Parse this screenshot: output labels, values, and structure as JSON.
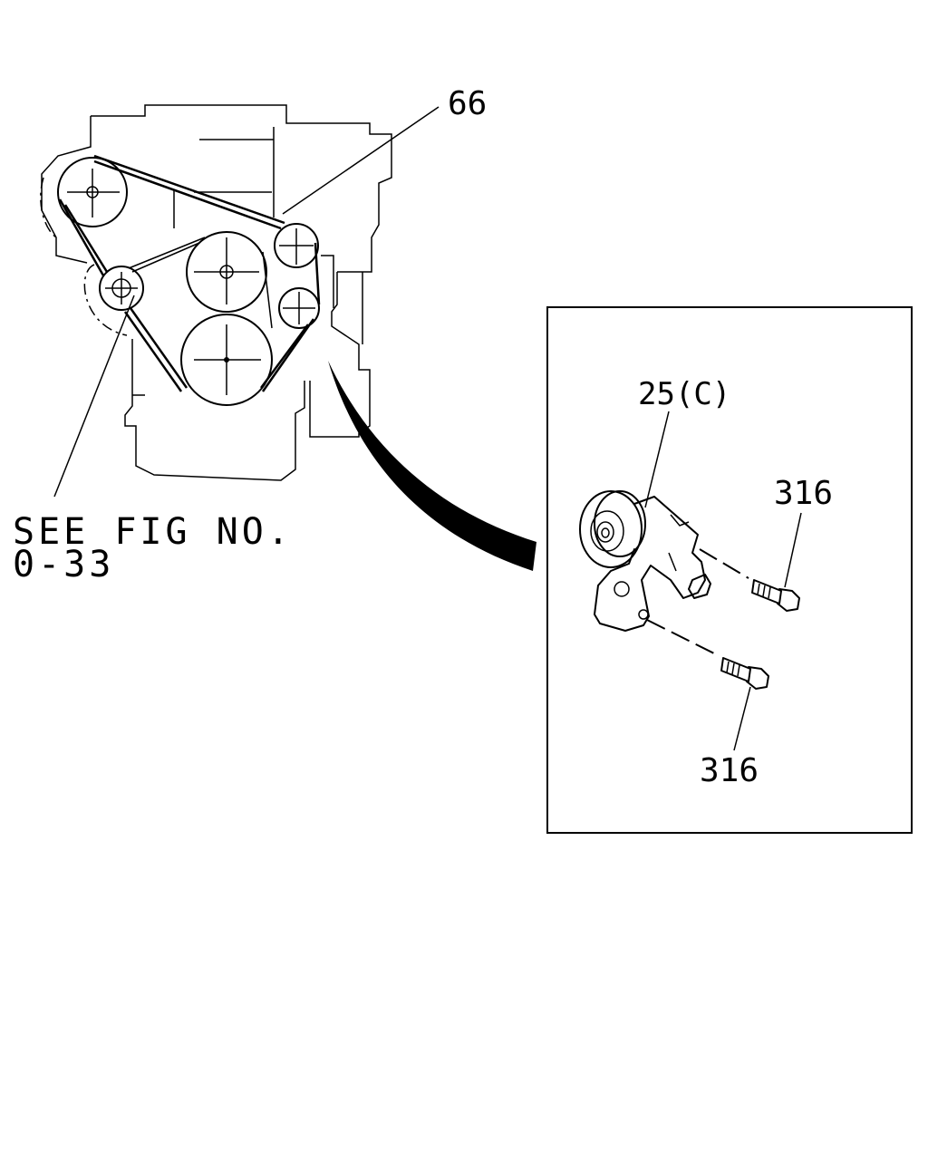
{
  "labels": {
    "belt": "66",
    "see_fig_line1": "SEE FIG NO.",
    "see_fig_line2": "0-33",
    "tensioner": "25(C)",
    "bolt_upper": "316",
    "bolt_lower": "316"
  }
}
